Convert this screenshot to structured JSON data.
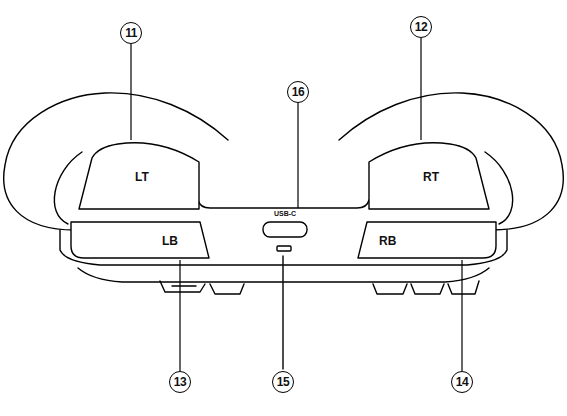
{
  "diagram": {
    "nodes": [
      {
        "text": [
          "11"
        ]
      },
      {
        "text": [
          "12"
        ]
      },
      {
        "text": [
          "16"
        ]
      },
      {
        "text": [
          "LT"
        ]
      },
      {
        "text": [
          "RT"
        ]
      },
      {
        "text": [
          "USB-C"
        ]
      },
      {
        "text": [
          "LB"
        ]
      },
      {
        "text": [
          "RB"
        ]
      },
      {
        "text": [
          "13"
        ]
      },
      {
        "text": [
          "15"
        ]
      },
      {
        "text": [
          "14"
        ]
      }
    ],
    "edges": [
      {
        "from": 0,
        "to": 3,
        "arrow": "none"
      },
      {
        "from": 1,
        "to": 4,
        "arrow": "none"
      },
      {
        "from": 2,
        "to": 5,
        "arrow": "none"
      },
      {
        "from": 8,
        "to": 6,
        "arrow": "none"
      },
      {
        "from": 10,
        "to": 7,
        "arrow": "none"
      }
    ]
  }
}
